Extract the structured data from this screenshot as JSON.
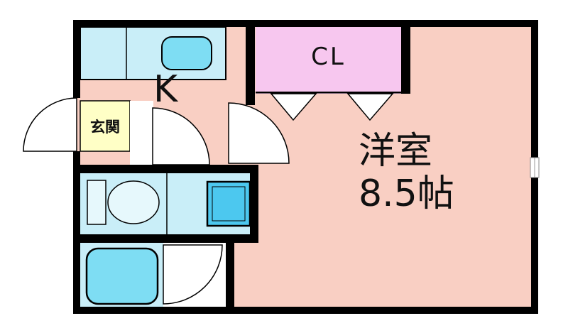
{
  "floorplan": {
    "labels": {
      "kitchen": "K",
      "closet": "CL",
      "entrance": "玄関",
      "main_room_name": "洋室",
      "main_room_size": "8.5帖"
    },
    "colors": {
      "room_fill": "#f9cfc3",
      "closet_fill": "#f7c7ef",
      "wet_area_fill": "#c9eef8",
      "fixture_fill": "#7eddf3",
      "appliance_fill": "#4cc8ef",
      "entrance_fill": "#ffffc6",
      "toilet_fill": "#e6f8fc",
      "wall_color": "#000000",
      "floor_white": "#ffffff"
    },
    "elements": {
      "doors": [
        "entrance-door",
        "hall-door",
        "main-room-door",
        "bathroom-door"
      ],
      "closet_door_panels": 2,
      "fixtures": [
        "kitchen-counter",
        "sink",
        "toilet",
        "washing-machine",
        "bathtub"
      ],
      "window": "right-wall-window"
    }
  }
}
